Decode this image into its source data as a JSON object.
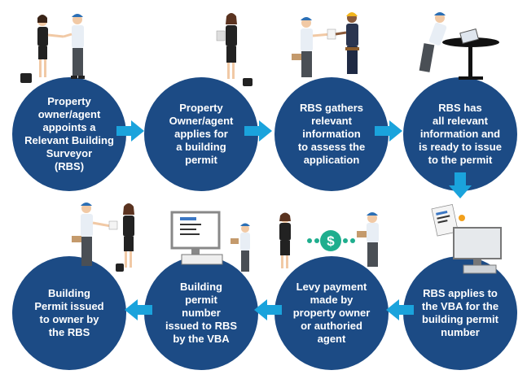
{
  "colors": {
    "circle": "#1c4b85",
    "arrow": "#1aa3dc",
    "levy": "#1fae8e"
  },
  "steps": [
    {
      "id": "appoint",
      "lines": [
        "Property",
        "owner/agent",
        "appoints a",
        "Relevant Building",
        "Surveyor",
        "(RBS)"
      ]
    },
    {
      "id": "apply",
      "lines": [
        "Property",
        "Owner/agent",
        "applies for",
        "a building",
        "permit"
      ]
    },
    {
      "id": "gather",
      "lines": [
        "RBS gathers",
        "relevant",
        "information",
        "to assess the",
        "application"
      ]
    },
    {
      "id": "ready",
      "lines": [
        "RBS has",
        "all relevant",
        "information and",
        "is ready to issue",
        "to the permit"
      ]
    },
    {
      "id": "apply-vba",
      "lines": [
        "RBS applies to",
        "the VBA for the",
        "building permit",
        "number"
      ]
    },
    {
      "id": "levy",
      "lines": [
        "Levy payment",
        "made by",
        "property owner",
        "or authoried",
        "agent"
      ]
    },
    {
      "id": "number",
      "lines": [
        "Building",
        "permit",
        "number",
        "issued to RBS",
        "by the VBA"
      ]
    },
    {
      "id": "issued",
      "lines": [
        "Building",
        "Permit issued",
        "to owner by",
        "the RBS"
      ]
    }
  ],
  "levy_symbol": "$"
}
